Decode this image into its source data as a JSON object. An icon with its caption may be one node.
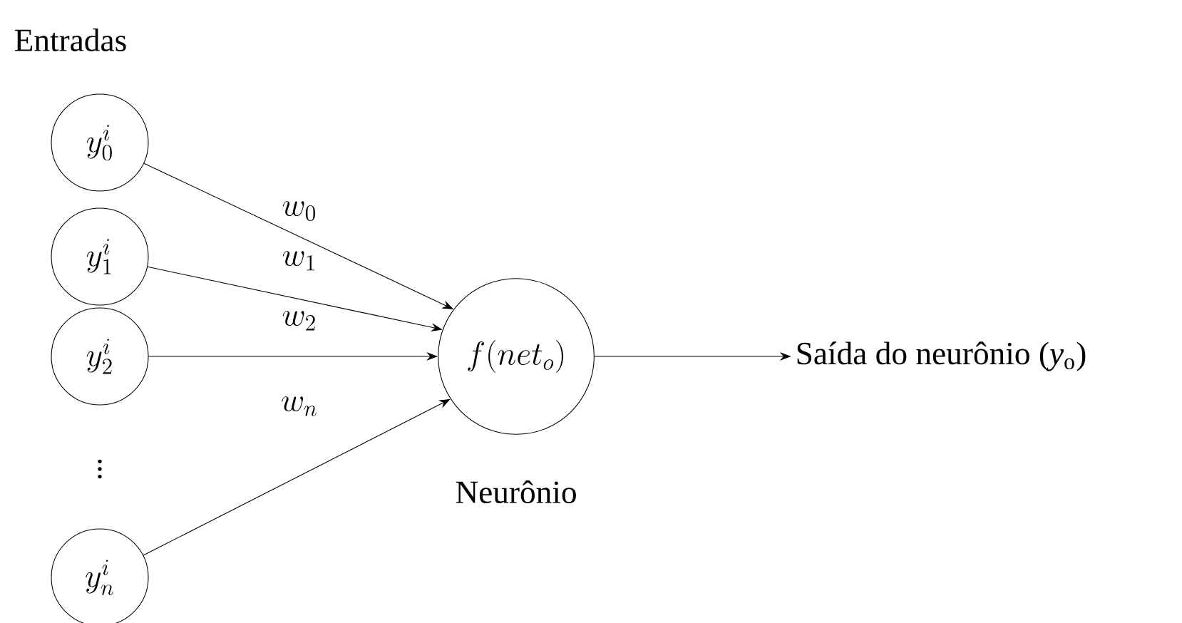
{
  "diagram": {
    "nodes": [
      {
        "text": [
          "y^i_0"
        ]
      },
      {
        "text": [
          "y^i_1"
        ]
      },
      {
        "text": [
          "y^i_2"
        ]
      },
      {
        "text": [
          "y^i_n"
        ]
      },
      {
        "text": [
          "f(net_o)"
        ],
        "beside": [
          "Neurônio"
        ]
      },
      {
        "text": [
          "Saída do neurônio (*y*$_{o}$)"
        ]
      }
    ],
    "edges": [
      {
        "from": 0,
        "to": 4,
        "arrow": "to",
        "label": "w_0"
      },
      {
        "from": 1,
        "to": 4,
        "arrow": "to",
        "label": "w_1"
      },
      {
        "from": 2,
        "to": 4,
        "arrow": "to",
        "label": "w_2"
      },
      {
        "from": 3,
        "to": 4,
        "arrow": "to",
        "label": "w_n"
      },
      {
        "from": 4,
        "to": 5,
        "arrow": "to"
      }
    ],
    "labels": [
      "Entradas",
      "\\vdots"
    ]
  }
}
